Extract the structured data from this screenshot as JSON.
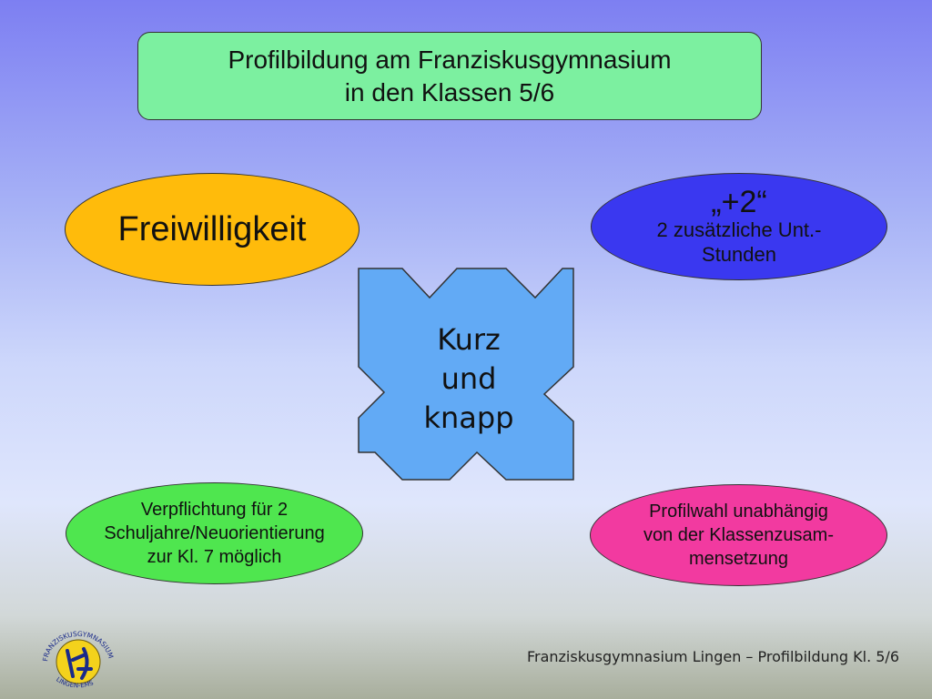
{
  "slide": {
    "title_line1": "Profilbildung am Franziskusgymnasium",
    "title_line2": "in den Klassen 5/6",
    "oval_top_left": {
      "text": "Freiwilligkeit"
    },
    "oval_top_right": {
      "line1": "„+2“",
      "line2": "2 zusätzliche Unt.-",
      "line3": "Stunden"
    },
    "oval_bottom_left": {
      "line1": "Verpflichtung für 2",
      "line2": "Schuljahre/Neuorientierung",
      "line3": "zur Kl. 7 möglich"
    },
    "oval_bottom_right": {
      "line1": "Profilwahl unabhängig",
      "line2": "von der Klassenzusam-",
      "line3": "mensetzung"
    },
    "center": {
      "line1": "Kurz",
      "line2": "und",
      "line3": "knapp"
    },
    "footer": "Franziskusgymnasium Lingen – Profilbildung Kl. 5/6",
    "logo": {
      "top_text": "FRANZISKUSGYMNASIUM",
      "bottom_text": "LINGEN-EMS"
    }
  },
  "colors": {
    "title_box": "#7cf0a0",
    "oval_top_left": "#ffbb0b",
    "oval_top_right": "#3a38f0",
    "oval_bottom_left": "#4fe64f",
    "oval_bottom_right": "#f23aa0",
    "puzzle": "#62aaf5"
  }
}
